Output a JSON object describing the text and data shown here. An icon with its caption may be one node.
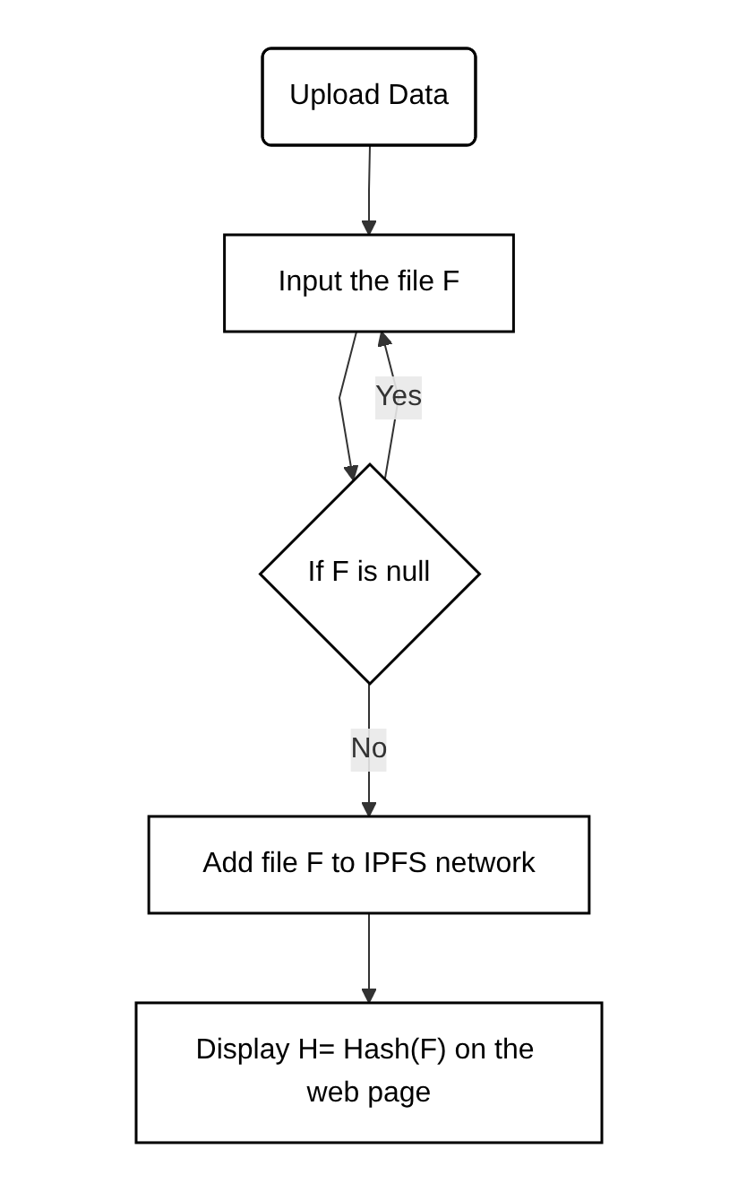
{
  "diagram": {
    "nodes": [
      {
        "text": [
          "Upload Data"
        ]
      },
      {
        "text": [
          "Input the file F"
        ]
      },
      {
        "text": [
          "If F is null"
        ]
      },
      {
        "text": [
          "Add file F to IPFS network"
        ]
      },
      {
        "text": [
          "Display H= Hash(F) on the web page"
        ]
      }
    ],
    "edges": [
      {
        "from": 0,
        "to": 1,
        "arrow": "to"
      },
      {
        "from": 1,
        "to": 2,
        "arrow": "to"
      },
      {
        "from": 2,
        "to": 1,
        "label": "Yes",
        "arrow": "to"
      },
      {
        "from": 2,
        "to": 3,
        "label": "No",
        "arrow": "to"
      },
      {
        "from": 3,
        "to": 4,
        "arrow": "to"
      }
    ]
  }
}
